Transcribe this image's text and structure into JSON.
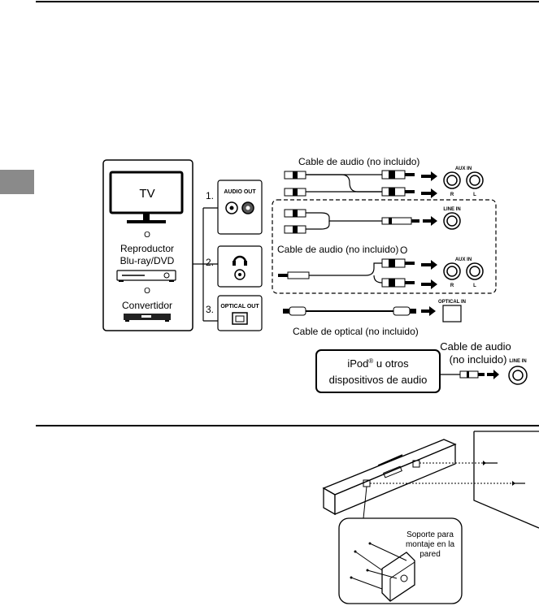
{
  "diagram_top": {
    "tv_label": "TV",
    "or_1": "O",
    "player_line1": "Reproductor",
    "player_line2": "Blu-ray/DVD",
    "or_2": "O",
    "decoder_label": "Convertidor",
    "step_1": "1.",
    "step_2": "2.",
    "step_3": "3.",
    "audio_out": "AUDIO OUT",
    "optical_out": "OPTICAL OUT",
    "cable_audio_1": "Cable de audio (no incluido)",
    "cable_audio_2": "Cable de audio (no incluido)",
    "or_3": "O",
    "cable_optical": "Cable de optical (no incluido)",
    "aux_in": "AUX IN",
    "line_in": "LINE IN",
    "optical_in": "OPTICAL IN",
    "r": "R",
    "l": "L"
  },
  "ipod_box": {
    "line1_prefix": "iPod",
    "line1_reg": "®",
    "line1_suffix": " u otros",
    "line2": "dispositivos de audio",
    "cable_line1": "Cable de audio",
    "cable_line2": "(no incluido)",
    "line_in": "LINE IN"
  },
  "wall_mount": {
    "bracket_line1": "Soporte para",
    "bracket_line2": "montaje en la",
    "bracket_line3": "pared"
  }
}
